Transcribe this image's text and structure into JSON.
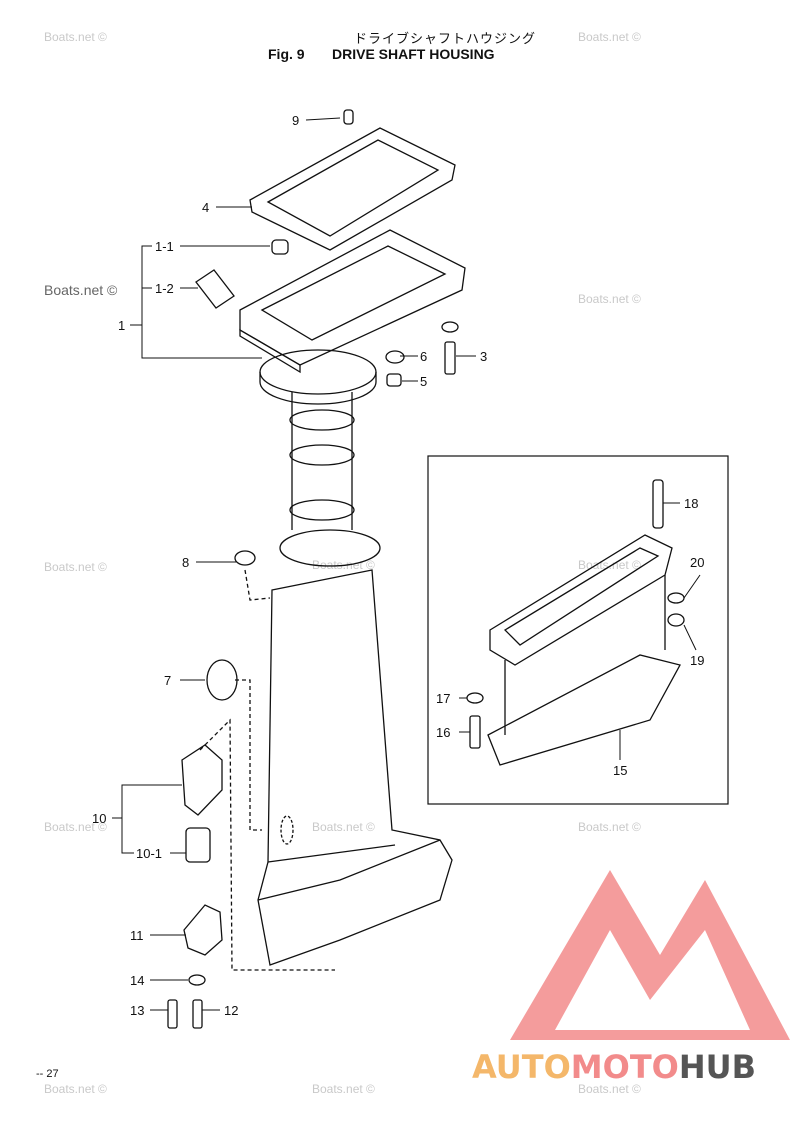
{
  "title_jp": "ドライブシャフトハウジング",
  "fig_label": "Fig. 9",
  "title_en": "DRIVE SHAFT HOUSING",
  "page_number": "27",
  "watermark": "Boats.net ©",
  "logo": {
    "part1": "AUTO",
    "part2": "MOTO",
    "part3": "HUB",
    "color1": "#f4b76a",
    "color2": "#f28b8b",
    "color3": "#555555"
  },
  "parts": {
    "p9": "9",
    "p4": "4",
    "p1_1": "1-1",
    "p1_2": "1-2",
    "p1": "1",
    "p6": "6",
    "p3": "3",
    "p5": "5",
    "p8": "8",
    "p7": "7",
    "p10": "10",
    "p10_1": "10-1",
    "p11": "11",
    "p14": "14",
    "p13": "13",
    "p12": "12",
    "p18": "18",
    "p20": "20",
    "p19": "19",
    "p17": "17",
    "p16": "16",
    "p15": "15"
  }
}
